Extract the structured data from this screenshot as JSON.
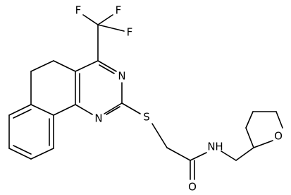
{
  "molecule": {
    "labels": {
      "f_top_left": "F",
      "f_top_right": "F",
      "f_side": "F",
      "n_upper": "N",
      "n_lower": "N",
      "s": "S",
      "n_amide": "N",
      "h_amide": "H",
      "o_carbonyl": "O",
      "o_ring": "O"
    }
  }
}
